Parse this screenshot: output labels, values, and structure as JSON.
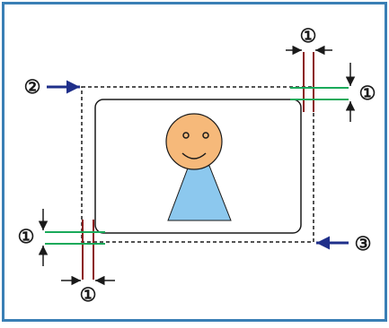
{
  "labels": {
    "margin_marker": "①",
    "top_left_corner_marker": "②",
    "bottom_right_corner_marker": "③"
  },
  "colors": {
    "frame": "#3a7fb5",
    "print_area_line": "#1a1a1a",
    "horizontal_guides": "#1aaa5a",
    "vertical_guides": "#8b1a1a",
    "corner_arrows": "#1f2f8a",
    "face_fill": "#f6b97a",
    "body_fill": "#8cc8ee",
    "outline": "#1a1a1a"
  }
}
